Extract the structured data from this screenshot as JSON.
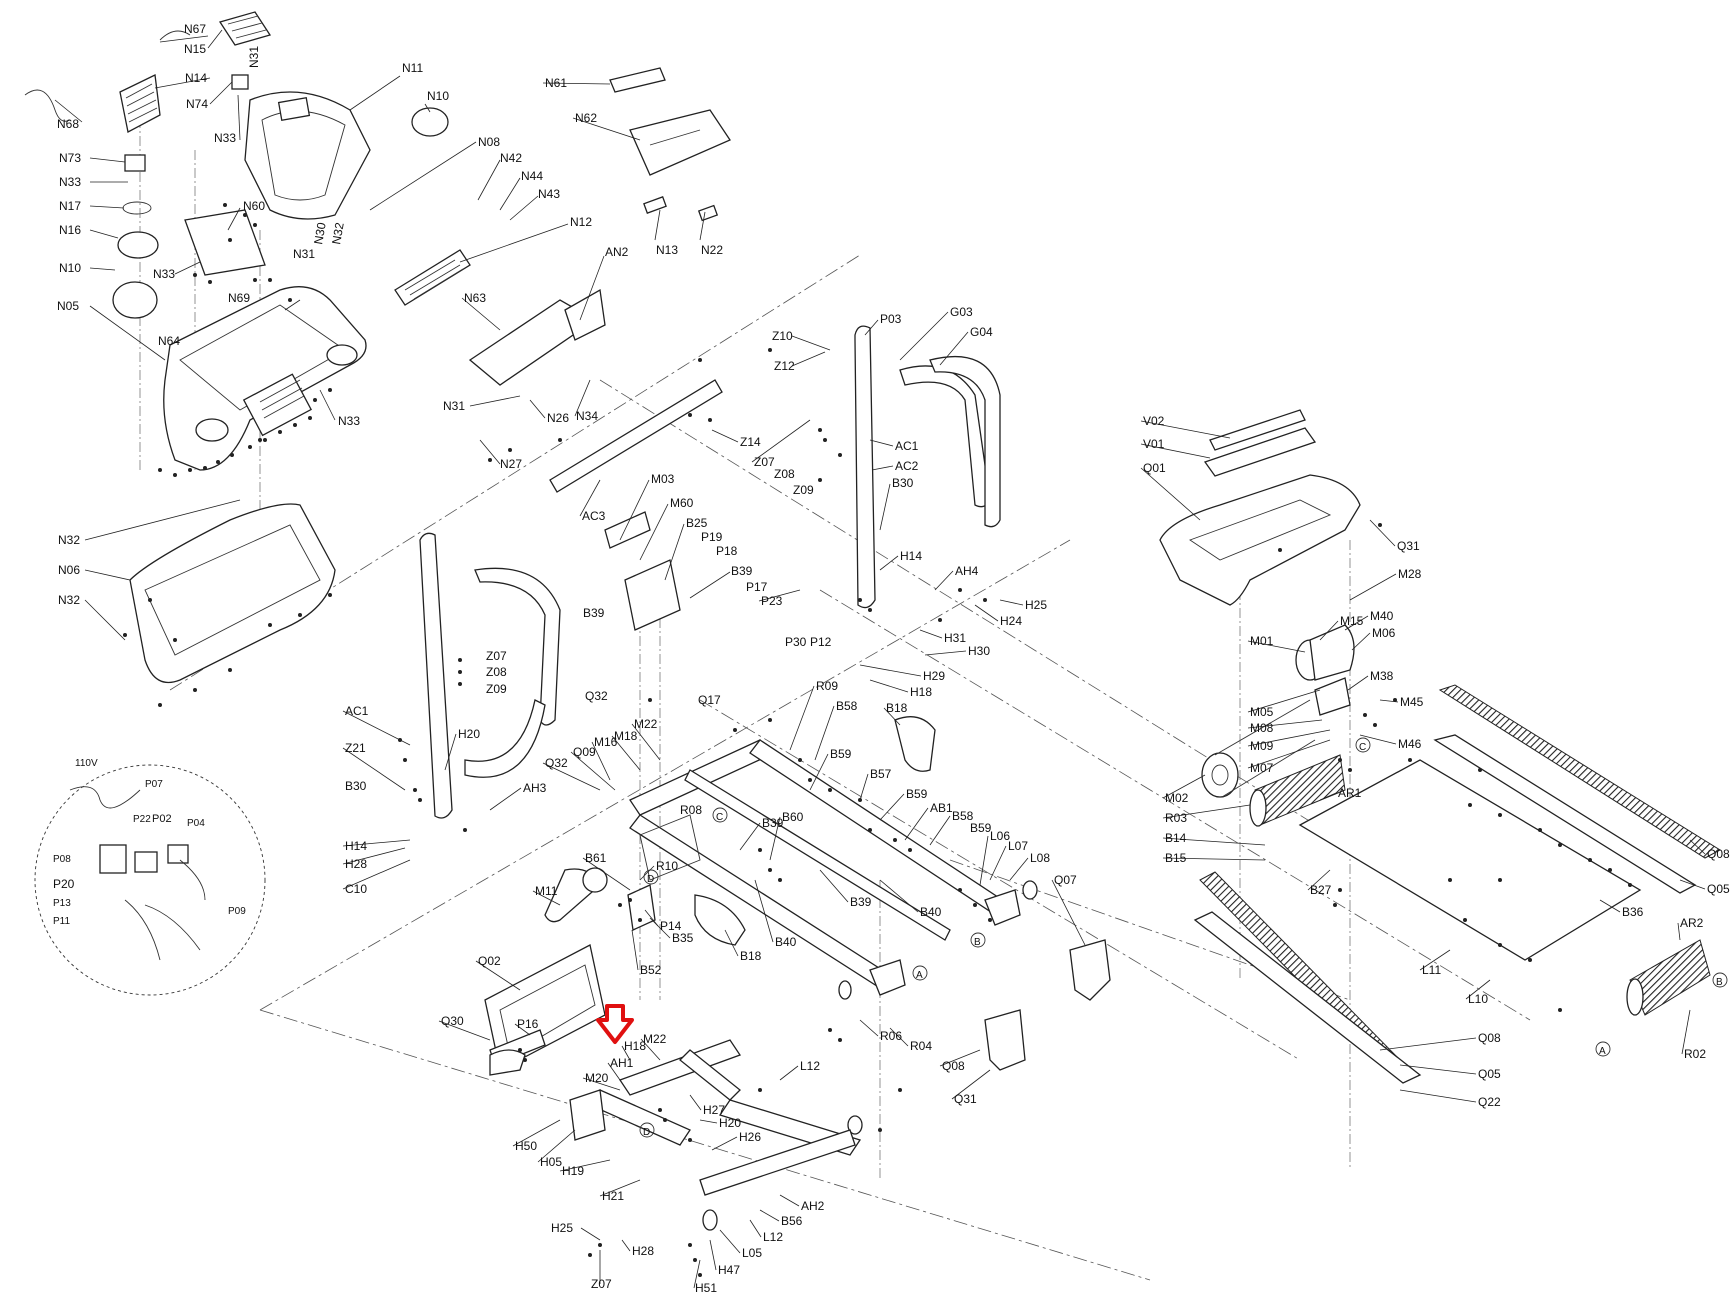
{
  "colors": {
    "line": "#222222",
    "background": "#ffffff",
    "arrow": "#e01010"
  },
  "labels": {
    "N67": "N67",
    "N15": "N15",
    "N31": "N31",
    "N14": "N14",
    "N74": "N74",
    "N68": "N68",
    "N33": "N33",
    "N11": "N11",
    "N10": "N10",
    "N73": "N73",
    "N17": "N17",
    "N16": "N16",
    "N08": "N08",
    "N42": "N42",
    "N44": "N44",
    "N43": "N43",
    "N60": "N60",
    "N12": "N12",
    "N30": "N30",
    "N32": "N32",
    "N05": "N05",
    "N69": "N69",
    "N64": "N64",
    "N61": "N61",
    "N62": "N62",
    "N13": "N13",
    "N22": "N22",
    "N63": "N63",
    "AN2": "AN2",
    "N26": "N26",
    "N34": "N34",
    "N27": "N27",
    "N06": "N06",
    "Z10": "Z10",
    "Z12": "Z12",
    "P03": "P03",
    "G03": "G03",
    "G04": "G04",
    "AC1": "AC1",
    "AC2": "AC2",
    "AC3": "AC3",
    "Z14": "Z14",
    "Z07": "Z07",
    "Z08": "Z08",
    "Z09": "Z09",
    "B30": "B30",
    "H14": "H14",
    "H25": "H25",
    "H24": "H24",
    "AH4": "AH4",
    "H31": "H31",
    "H30": "H30",
    "H29": "H29",
    "H18": "H18",
    "M03": "M03",
    "M60": "M60",
    "B25": "B25",
    "P19": "P19",
    "P18": "P18",
    "B39": "B39",
    "P17": "P17",
    "P23": "P23",
    "P30": "P30",
    "P12": "P12",
    "Q32": "Q32",
    "Q17": "Q17",
    "R09": "R09",
    "B58": "B58",
    "B18": "B18",
    "M22": "M22",
    "M16": "M16",
    "M18": "M18",
    "Q09": "Q09",
    "B59": "B59",
    "B57": "B57",
    "AB1": "AB1",
    "L06": "L06",
    "L07": "L07",
    "L08": "L08",
    "Q07": "Q07",
    "R08": "R08",
    "B60": "B60",
    "R10": "R10",
    "B40": "B40",
    "Z21": "Z21",
    "H20": "H20",
    "H28": "H28",
    "C10": "C10",
    "AH3": "AH3",
    "B61": "B61",
    "M11": "M11",
    "P14": "P14",
    "B35": "B35",
    "B52": "B52",
    "Q02": "Q02",
    "P16": "P16",
    "Q30": "Q30",
    "AH1": "AH1",
    "M20": "M20",
    "H27": "H27",
    "H50": "H50",
    "H05": "H05",
    "H19": "H19",
    "H21": "H21",
    "H26": "H26",
    "L12": "L12",
    "R06": "R06",
    "R04": "R04",
    "Q08": "Q08",
    "Q31": "Q31",
    "AH2": "AH2",
    "B56": "B56",
    "L05": "L05",
    "H47": "H47",
    "H51": "H51",
    "Z07b": "Z07",
    "H25b": "H25",
    "H28b": "H28",
    "V02": "V02",
    "V01": "V01",
    "Q01": "Q01",
    "M28": "M28",
    "M15": "M15",
    "M40": "M40",
    "M06": "M06",
    "M01": "M01",
    "M38": "M38",
    "M45": "M45",
    "M46": "M46",
    "M05": "M05",
    "M08": "M08",
    "M09": "M09",
    "M07": "M07",
    "M02": "M02",
    "R03": "R03",
    "AR1": "AR1",
    "B14": "B14",
    "B15": "B15",
    "B27": "B27",
    "B36": "B36",
    "L11": "L11",
    "L10": "L10",
    "Q05": "Q05",
    "AR2": "AR2",
    "R02": "R02",
    "Q22": "Q22",
    "L10V": "110V",
    "P07": "P07",
    "P22": "P22",
    "P02": "P02",
    "P04": "P04",
    "P08": "P08",
    "P20": "P20",
    "P13": "P13",
    "P11": "P11",
    "P09": "P09",
    "calloutA": "A",
    "calloutB": "B",
    "calloutC": "C",
    "calloutD": "D"
  }
}
